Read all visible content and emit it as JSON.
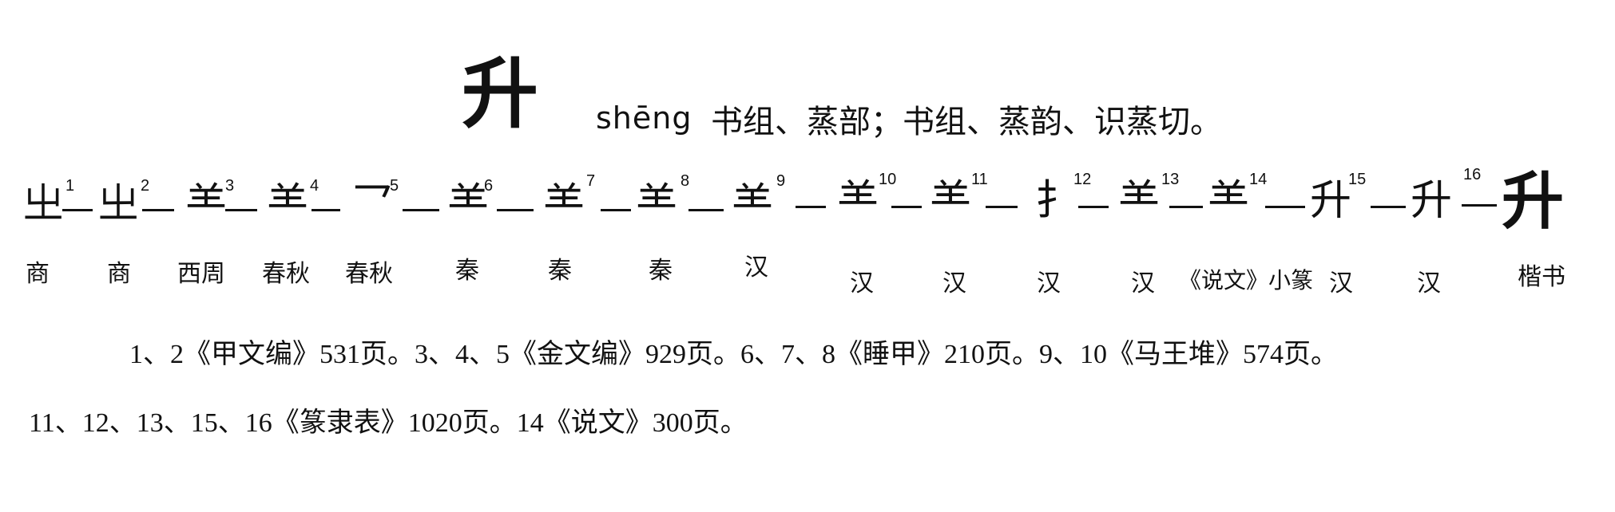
{
  "heading": {
    "character": "升",
    "pinyin": "shēng",
    "reading": "书组、蒸部；书组、蒸韵、识蒸切。"
  },
  "glyphs": [
    {
      "num": "1",
      "char": "㞢"
    },
    {
      "num": "2",
      "char": "㞢"
    },
    {
      "num": "3",
      "char": "⺷"
    },
    {
      "num": "4",
      "char": "⺷"
    },
    {
      "num": "5",
      "char": "⺂"
    },
    {
      "num": "6",
      "char": "⺷"
    },
    {
      "num": "7",
      "char": "⺷"
    },
    {
      "num": "8",
      "char": "⺷"
    },
    {
      "num": "9",
      "char": "⺷"
    },
    {
      "num": "10",
      "char": "⺷"
    },
    {
      "num": "11",
      "char": "⺷"
    },
    {
      "num": "12",
      "char": "⺘"
    },
    {
      "num": "13",
      "char": "⺷"
    },
    {
      "num": "14",
      "char": "⺷"
    },
    {
      "num": "15",
      "char": "升"
    },
    {
      "num": "16",
      "char": "升"
    },
    {
      "num": "",
      "char": "升"
    }
  ],
  "eras": [
    "商",
    "商",
    "西周",
    "春秋",
    "春秋",
    "秦",
    "秦",
    "秦",
    "汉",
    "汉",
    "汉",
    "汉",
    "汉",
    "《说文》小篆",
    "汉",
    "汉",
    "楷书"
  ],
  "notes": {
    "line1": "1、2《甲文编》531页。3、4、5《金文编》929页。6、7、8《睡甲》210页。9、10《马王堆》574页。",
    "line2": "11、12、13、15、16《篆隶表》1020页。14《说文》300页。"
  }
}
